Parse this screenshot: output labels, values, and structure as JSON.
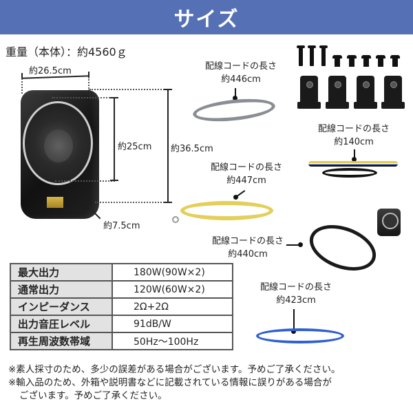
{
  "header": {
    "title": "サイズ",
    "bg_color": "#5570b4"
  },
  "weight": {
    "label": "重量（本体）：約4560ｇ"
  },
  "speaker_dimensions": {
    "width": "約26.5cm",
    "speaker_height": "約25cm",
    "total_height": "約36.5cm",
    "depth": "約7.5cm"
  },
  "cables": [
    {
      "label": "配線コードの長さ",
      "length": "約446cm",
      "color": "gray"
    },
    {
      "label": "配線コードの長さ",
      "length": "約140cm",
      "color": "multi"
    },
    {
      "label": "配線コードの長さ",
      "length": "約447cm",
      "color": "yellow"
    },
    {
      "label": "配線コードの長さ",
      "length": "約440cm",
      "color": "black"
    },
    {
      "label": "配線コードの長さ",
      "length": "約423cm",
      "color": "blue"
    }
  ],
  "accessories": {
    "screws": 3,
    "bolts": 5,
    "brackets": 4
  },
  "specs": [
    {
      "key": "最大出力",
      "value": "180W(90W×2)"
    },
    {
      "key": "通常出力",
      "value": "120W(60W×2)"
    },
    {
      "key": "インピーダンス",
      "value": "2Ω+2Ω"
    },
    {
      "key": "出力音圧レベル",
      "value": "91dB/W"
    },
    {
      "key": "再生周波数帯域",
      "value": "50Hz～100Hz"
    }
  ],
  "notes": [
    "※素人採寸のため、多少の誤差がある場合がございます。予めご了承ください。",
    "※輸入品のため、外箱や説明書などに記載されている情報に誤りがある場合が",
    "ございます。予めご了承ください。"
  ]
}
